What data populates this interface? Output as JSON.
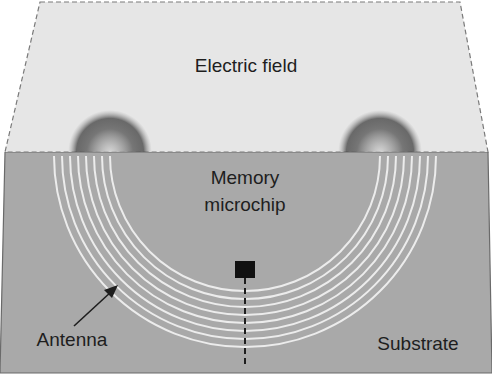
{
  "diagram": {
    "nodes": [
      {
        "text": [
          "Electric field"
        ]
      },
      {
        "text": [
          "Substrate"
        ]
      }
    ],
    "labels": [
      "Memory microchip",
      "Antenna"
    ]
  }
}
